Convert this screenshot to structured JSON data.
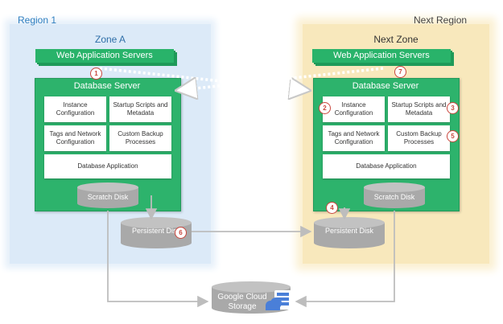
{
  "regions": {
    "left_label": "Region 1",
    "right_label": "Next Region"
  },
  "zones": {
    "left_title": "Zone A",
    "right_title": "Next Zone"
  },
  "web_servers": {
    "left": "Web Application Servers",
    "right": "Web Application Servers"
  },
  "db_server": {
    "left_title": "Database  Server",
    "right_title": "Database Server"
  },
  "cards": {
    "instance": "Instance Configuration",
    "startup": "Startup Scripts and Metadata",
    "tags": "Tags and Network Configuration",
    "backup": "Custom Backup Processes",
    "db_app": "Database Application"
  },
  "disks": {
    "scratch_left": "Scratch Disk",
    "scratch_right": "Scratch Disk",
    "persistent_left": "Persistent Disk",
    "persistent_right": "Persistent Disk"
  },
  "storage": {
    "label": "Google Cloud Storage",
    "icon": "cloud-storage-icon"
  },
  "badges": [
    "1",
    "2",
    "3",
    "4",
    "5",
    "6",
    "7"
  ],
  "colors": {
    "green": "#2db36c",
    "zone_left": "#dceaf8",
    "zone_right": "#f8e8bc",
    "disk": "#a9a9a9",
    "badge": "#c9463d"
  }
}
